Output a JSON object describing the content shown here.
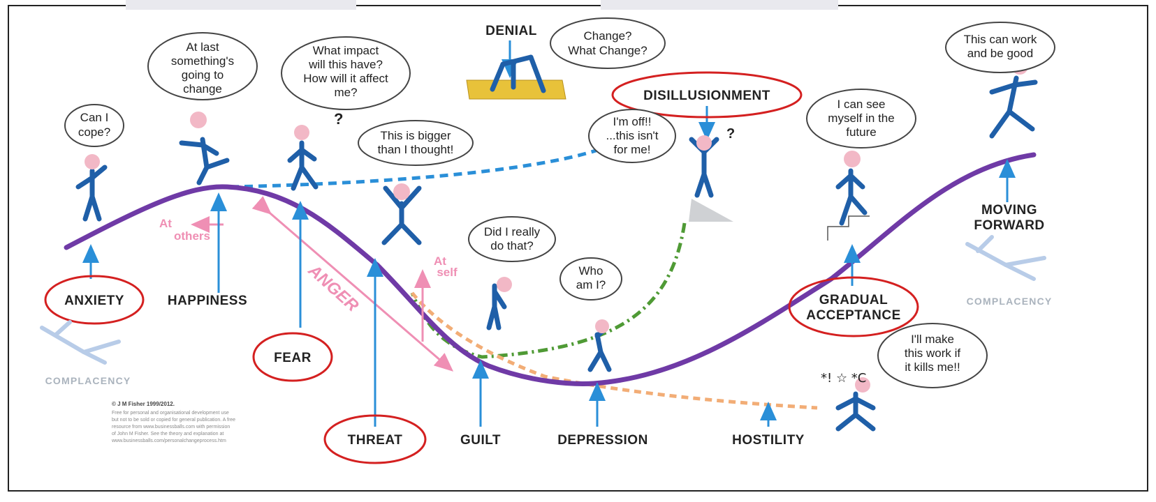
{
  "stages": {
    "denial": "DENIAL",
    "disillusionment": "DISILLUSIONMENT",
    "moving_forward_1": "MOVING",
    "moving_forward_2": "FORWARD",
    "anxiety": "ANXIETY",
    "happiness": "HAPPINESS",
    "fear": "FEAR",
    "threat": "THREAT",
    "guilt": "GUILT",
    "depression": "DEPRESSION",
    "hostility": "HOSTILITY",
    "gradual_acceptance_1": "GRADUAL",
    "gradual_acceptance_2": "ACCEPTANCE",
    "complacency_left": "COMPLACENCY",
    "complacency_right": "COMPLACENCY"
  },
  "anger": {
    "main": "ANGER",
    "at_others_1": "At",
    "at_others_2": "others",
    "at_self_1": "At",
    "at_self_2": "self"
  },
  "thoughts": {
    "can_i_cope": [
      "Can I",
      "cope?"
    ],
    "at_last": [
      "At last",
      "something's",
      "going to",
      "change"
    ],
    "what_impact": [
      "What impact",
      "will this have?",
      "How will it affect",
      "me?"
    ],
    "bigger": [
      "This is bigger",
      "than I thought!"
    ],
    "change": [
      "Change?",
      "What Change?"
    ],
    "im_off": [
      "I'm off!!",
      "...this isn't",
      "for me!"
    ],
    "did_i": [
      "Did I really",
      "do that?"
    ],
    "who_am_i": [
      "Who",
      "am I?"
    ],
    "see_myself": [
      "I can see",
      "myself in the",
      "future"
    ],
    "can_work": [
      "This can work",
      "and be good"
    ],
    "make_work": [
      "I'll make",
      "this work if",
      "it kills me!!"
    ]
  },
  "marks": {
    "question_1": "?",
    "question_2": "?",
    "exclaim": "*! ☆ *C"
  },
  "copyright": {
    "heading": "© J M Fisher 1999/2012.",
    "lines": [
      "Free for personal and organisational development use",
      "but not to be sold or copied for general publication. A free",
      "resource from www.businessballs.com with permission",
      "of John M Fisher. See the theory and explanation at",
      "www.businessballs.com/personalchangeprocess.htm"
    ]
  },
  "colors": {
    "curve": "#6f3aa6",
    "arrow": "#2a8fd8",
    "pink": "#ef8fb4",
    "green_dash": "#4f9a35",
    "orange_dash": "#f2ad76",
    "blue_dash": "#2a8fd8",
    "highlight_ellipse": "#d42020",
    "figure": "#1f5fa8",
    "head": "#f2b8c6"
  }
}
